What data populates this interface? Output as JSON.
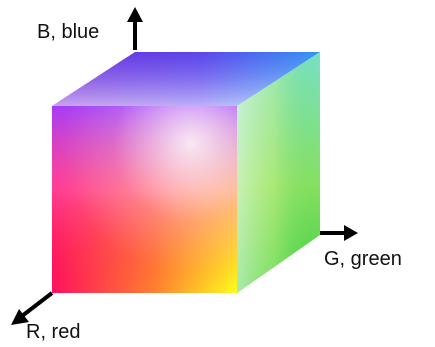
{
  "axes": {
    "blue": "B, blue",
    "green": "G, green",
    "red": "R, red"
  },
  "colors": {
    "black_corner": "#000000",
    "red": "#ff0000",
    "green": "#00ff00",
    "blue": "#0000ff",
    "yellow": "#ffff00",
    "magenta": "#ff00ff",
    "cyan": "#00ffff",
    "white": "#ffffff",
    "arrow": "#000000"
  }
}
